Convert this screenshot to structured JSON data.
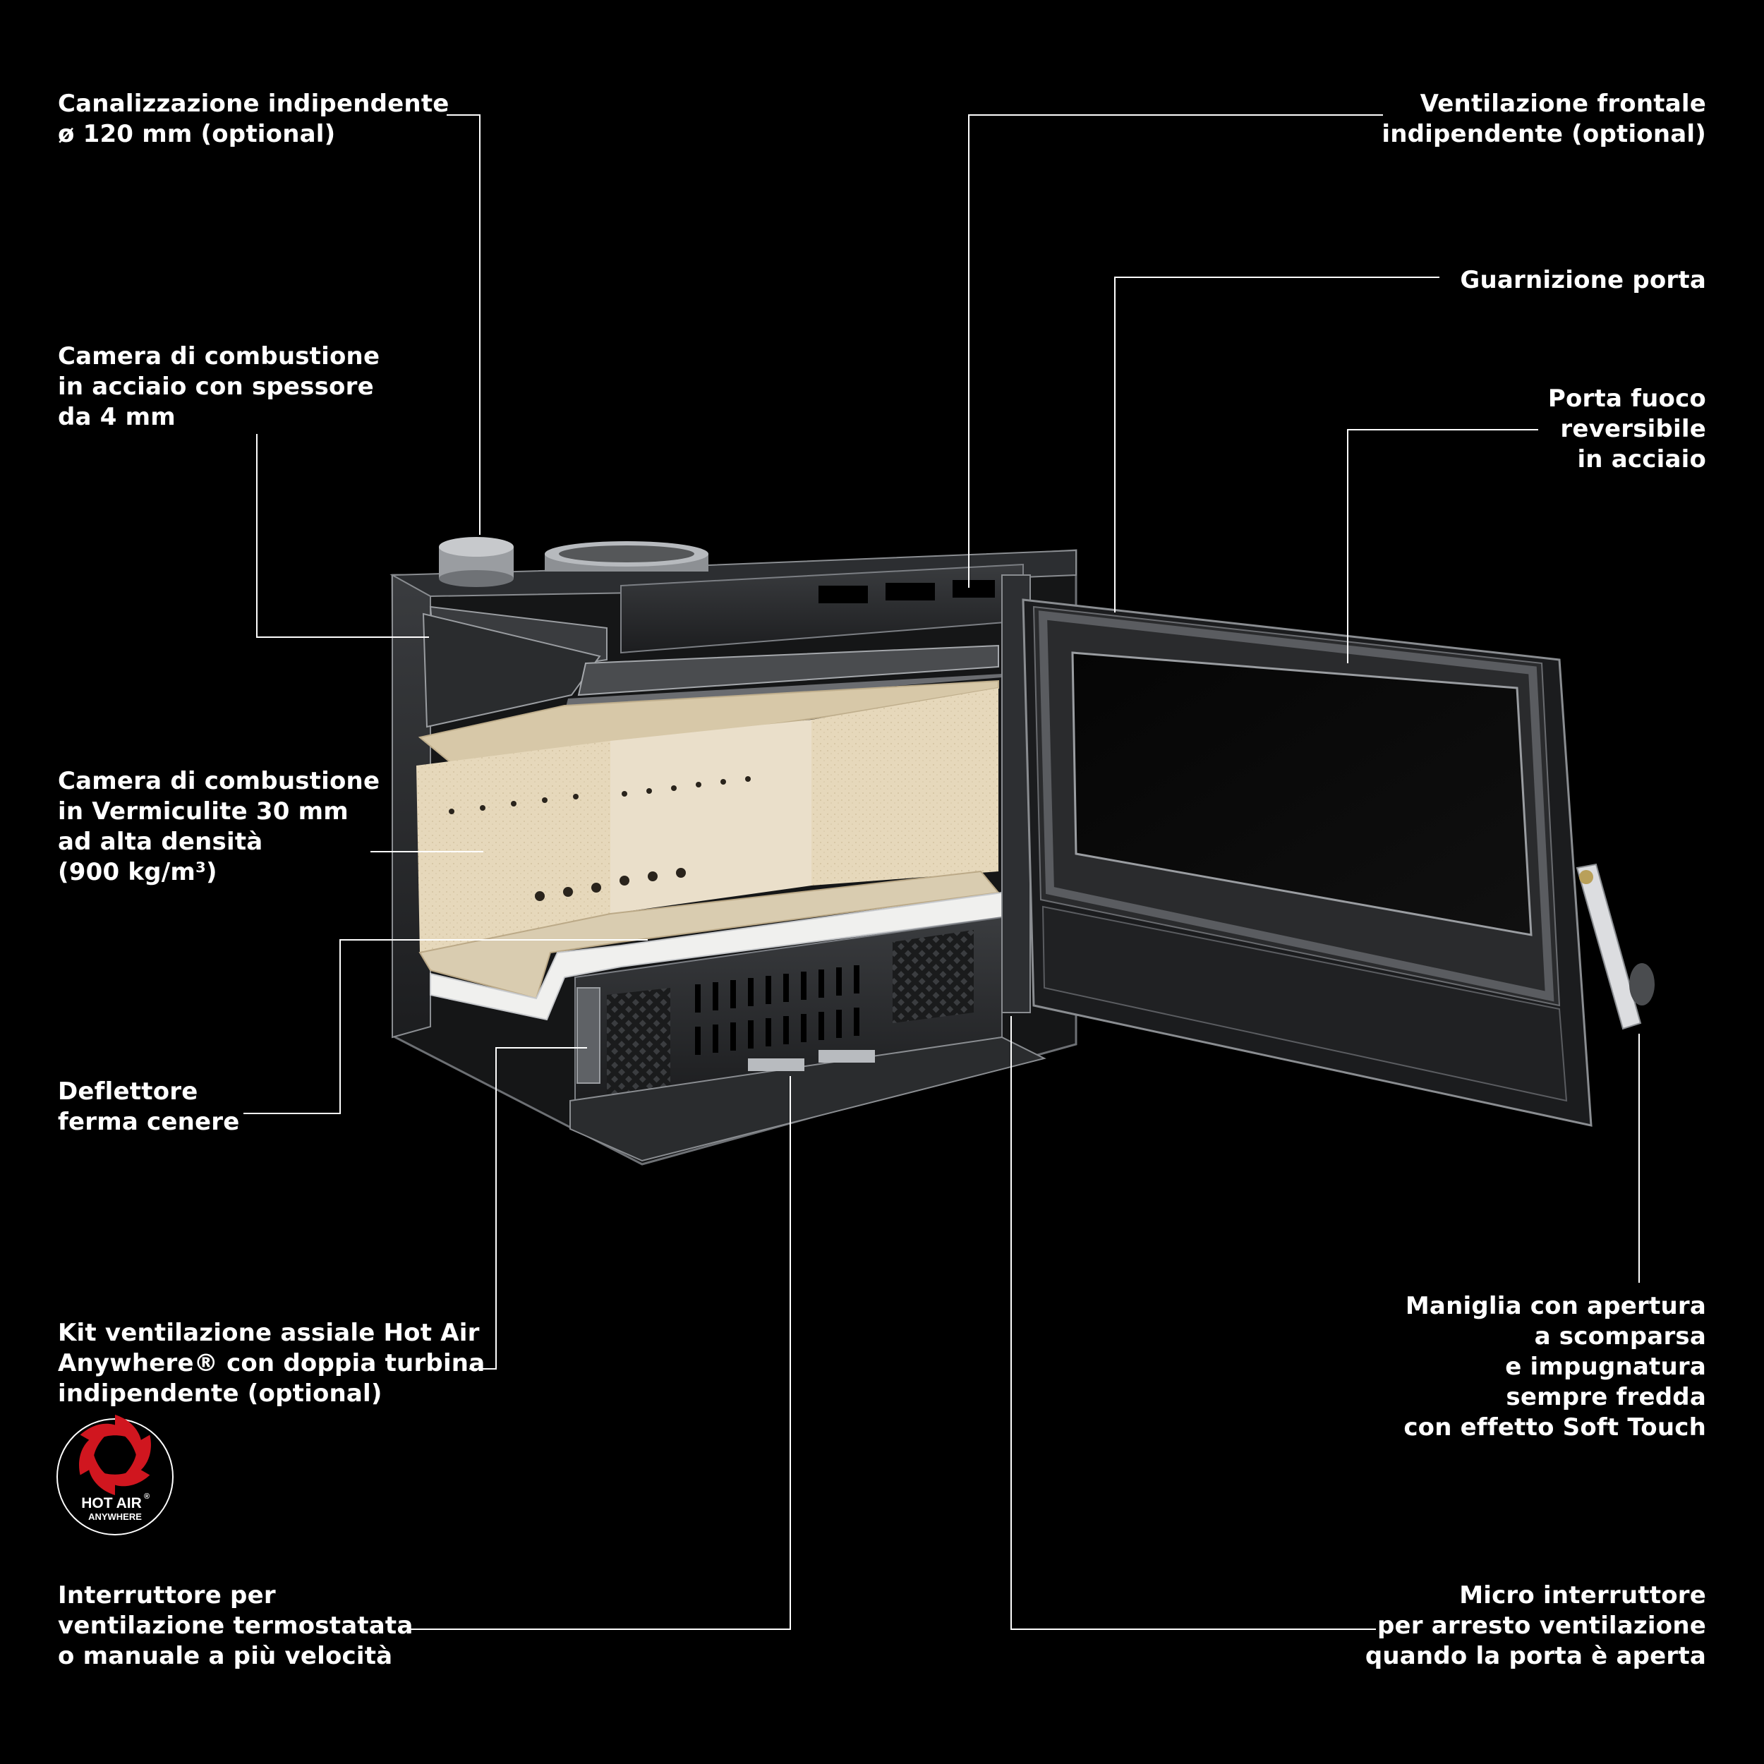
{
  "colors": {
    "background": "#000000",
    "text": "#ffffff",
    "leader_line": "#ffffff",
    "vermiculite": "#e8dcc2",
    "steel_dark": "#2a2b2d",
    "steel_light": "#7c7f84",
    "logo_red": "#d0161f"
  },
  "callouts": {
    "canalizzazione": "Canalizzazione indipendente\nø 120 mm (optional)",
    "camera_acciaio": "Camera di combustione\nin acciaio con spessore\nda 4 mm",
    "camera_vermiculite": "Camera di combustione\nin Vermiculite 30 mm\nad alta densità\n(900 kg/m³)",
    "deflettore": "Deflettore\nferma cenere",
    "kit_ventilazione": "Kit ventilazione assiale Hot Air\nAnywhere® con doppia turbina\nindipendente (optional)",
    "interruttore": "Interruttore per\nventilazione termostatata\no manuale a più velocità",
    "ventilazione_frontale": "Ventilazione frontale\nindipendente (optional)",
    "guarnizione": "Guarnizione porta",
    "porta_fuoco": "Porta fuoco\nreversibile\nin acciaio",
    "maniglia": "Maniglia con apertura\na scomparsa\ne impugnatura\nsempre fredda\ncon effetto Soft Touch",
    "micro_interruttore": "Micro interruttore\nper arresto ventilazione\nquando la porta è aperta"
  },
  "logo": {
    "line1": "HOT AIR",
    "line2": "ANYWHERE",
    "mark": "®"
  }
}
